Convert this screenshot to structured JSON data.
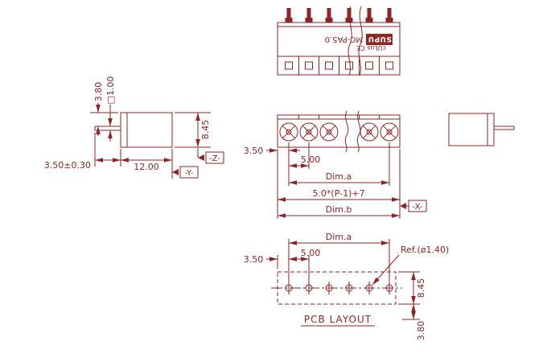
{
  "meta": {
    "ink": "#8a2626",
    "background": "#ffffff"
  },
  "top_view": {
    "brand": "SUPU",
    "model": "MC-PA5.0",
    "marks": "cULus  CE"
  },
  "left_view": {
    "dim_pin_offset": "3.80",
    "dim_pin_square": "□1.00",
    "dim_body_height": "8.45",
    "dim_pin_length": "3.50±0.30",
    "dim_body_depth": "12.00",
    "datum_y": "-Y-",
    "datum_z": "-Z-"
  },
  "front_view": {
    "dim_edge_to_pin": "3.50",
    "dim_pitch": "5.00",
    "dim_a": "Dim.a",
    "dim_formula": "5.0*(P-1)+7",
    "dim_b": "Dim.b",
    "datum_x": "-X-"
  },
  "pcb_layout": {
    "dim_a": "Dim.a",
    "dim_edge_to_hole": "3.50",
    "dim_pitch": "5.00",
    "hole_ref": "Ref.(ø1.40)",
    "dim_row_height": "8.45",
    "dim_row_offset": "3.80",
    "label": "PCB LAYOUT"
  }
}
